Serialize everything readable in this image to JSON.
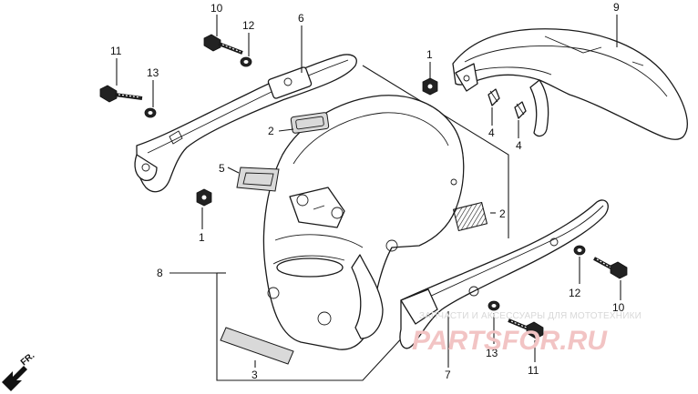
{
  "labels": {
    "p1a": "1",
    "p1b": "1",
    "p2a": "2",
    "p2b": "2",
    "p3": "3",
    "p4a": "4",
    "p4b": "4",
    "p5": "5",
    "p6": "6",
    "p7": "7",
    "p8": "8",
    "p9": "9",
    "p10a": "10",
    "p10b": "10",
    "p11a": "11",
    "p11b": "11",
    "p12a": "12",
    "p12b": "12",
    "p13a": "13",
    "p13b": "13"
  },
  "direction_marker": "FR.",
  "watermark": {
    "tagline": "ЗАПЧАСТИ И АКСЕССУАРЫ ДЛЯ МОТОТЕХНИКИ",
    "logo": "PARTSFOR.RU"
  },
  "colors": {
    "ink": "#1a1a1a",
    "watermark_logo": "#f2c4c4",
    "watermark_text": "#d8d8d8"
  }
}
